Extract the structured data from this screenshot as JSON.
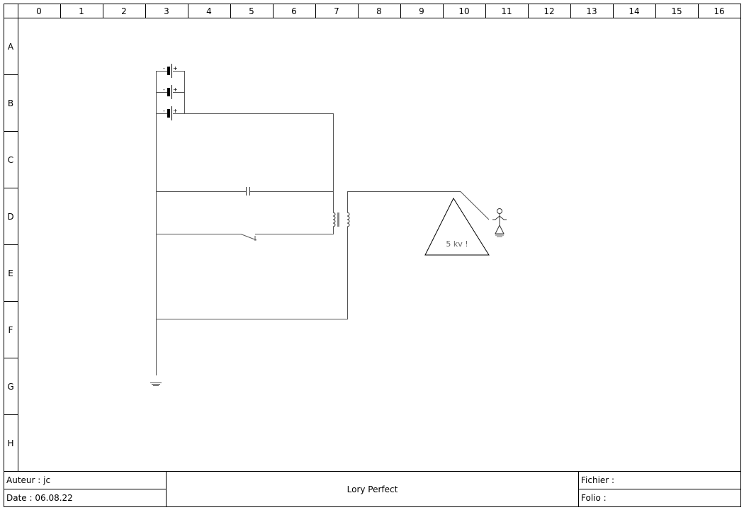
{
  "columns": [
    "0",
    "1",
    "2",
    "3",
    "4",
    "5",
    "6",
    "7",
    "8",
    "9",
    "10",
    "11",
    "12",
    "13",
    "14",
    "15",
    "16"
  ],
  "rows": [
    "A",
    "B",
    "C",
    "D",
    "E",
    "F",
    "G",
    "H"
  ],
  "diagram": {
    "battery_minus": "-",
    "battery_plus": "+",
    "warning_label": "5 kv !"
  },
  "title_block": {
    "author": "Auteur : jc",
    "date": "Date : 06.08.22",
    "title": "Lory Perfect",
    "file": "Fichier :",
    "folio": "Folio :"
  },
  "colors": {
    "wire": "#555555",
    "text": "#000000"
  }
}
